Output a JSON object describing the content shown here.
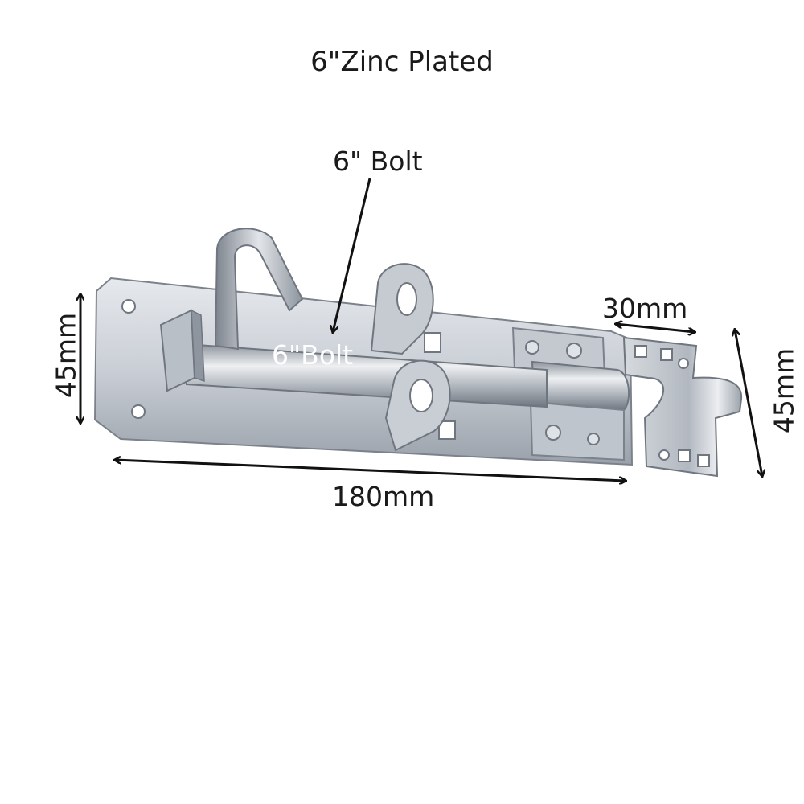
{
  "title": "6\"Zinc Plated",
  "callouts": {
    "bolt": "6\" Bolt",
    "bolt_overlay": "6\"Bolt",
    "length": "180mm",
    "height_left": "45mm",
    "keeper_width": "30mm",
    "keeper_height": "45mm"
  },
  "colors": {
    "background": "#ffffff",
    "text": "#1a1a1a",
    "metal_light": "#dfe3e8",
    "metal_mid": "#b8bec6",
    "metal_dark": "#7c838c"
  }
}
